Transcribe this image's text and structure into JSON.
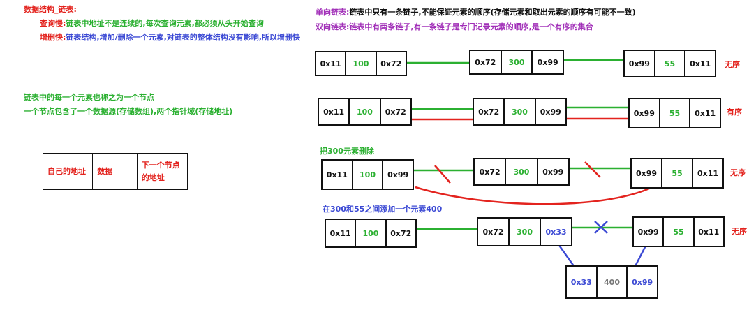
{
  "left": {
    "title": "数据结构_链表:",
    "query_slow": "查询慢:链表中地址不是连续的,每次查询元素,都必须从头开始查询",
    "modify_fast": "增删快:链表结构,增加/删除一个元素,对链表的整体结构没有影响,所以增删快",
    "node_line1": "链表中的每一个元素也称之为一个节点",
    "node_line2": "一个节点包含了一个数据源(存储数组),两个指针域(存储地址)",
    "box": {
      "cell1": "自己的地址",
      "cell2": "数据",
      "cell3": "下一个节点的地址"
    }
  },
  "right": {
    "single": "单向链表:链表中只有一条链子,不能保证元素的顺序(存储元素和取出元素的顺序有可能不一致)",
    "double": "双向链表:链表中有两条链子,有一条链子是专门记录元素的顺序,是一个有序的集合",
    "delete_title": "把300元素删除",
    "add_title": "在300和55之间添加一个元素400",
    "unordered": "无序",
    "ordered": "有序"
  },
  "rows": [
    {
      "nodes": [
        [
          "0x11",
          "100",
          "0x72"
        ],
        [
          "0x72",
          "300",
          "0x99"
        ],
        [
          "0x99",
          "55",
          "0x11"
        ]
      ],
      "tag": "无序"
    },
    {
      "nodes": [
        [
          "0x11",
          "100",
          "0x72"
        ],
        [
          "0x72",
          "300",
          "0x99"
        ],
        [
          "0x99",
          "55",
          "0x11"
        ]
      ],
      "tag": "有序"
    },
    {
      "nodes": [
        [
          "0x11",
          "100",
          "0x99"
        ],
        [
          "0x72",
          "300",
          "0x99"
        ],
        [
          "0x99",
          "55",
          "0x11"
        ]
      ],
      "tag": "无序"
    },
    {
      "nodes": [
        [
          "0x11",
          "100",
          "0x72"
        ],
        [
          "0x72",
          "300",
          "0x33"
        ],
        [
          "0x99",
          "55",
          "0x11"
        ]
      ],
      "tag": "无序"
    }
  ],
  "inserted_node": [
    "0x33",
    "400",
    "0x99"
  ]
}
